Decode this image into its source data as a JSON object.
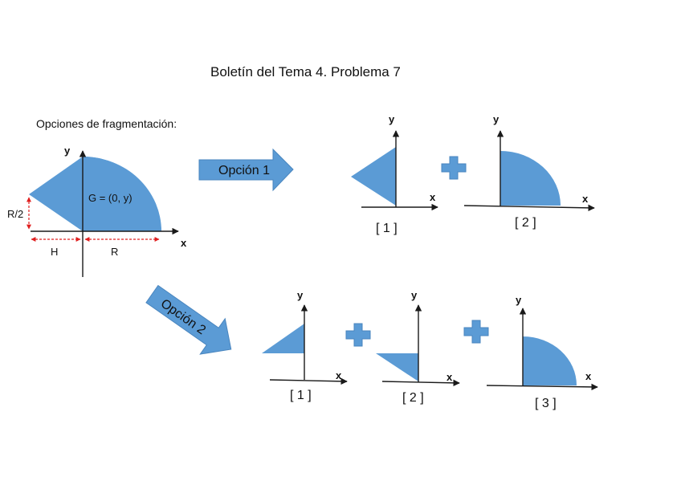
{
  "title": "Boletín del Tema 4. Problema 7",
  "subtitle": "Opciones de fragmentación:",
  "axis_x": "x",
  "axis_y": "y",
  "main_figure": {
    "centroid_label": "G = (0, y)",
    "dim_height": "R/2",
    "dim_left": "H",
    "dim_right": "R"
  },
  "option1": {
    "label": "Opción 1",
    "parts": [
      "[ 1 ]",
      "[ 2 ]"
    ]
  },
  "option2": {
    "label": "Opción 2",
    "parts": [
      "[ 1 ]",
      "[ 2 ]",
      "[ 3 ]"
    ]
  },
  "colors": {
    "shape_fill": "#5b9bd5",
    "dimension_lines": "#e02020",
    "axes": "#1a1a1a"
  },
  "icons": [
    "plus-icon",
    "arrow-right-icon",
    "arrow-down-right-icon"
  ]
}
